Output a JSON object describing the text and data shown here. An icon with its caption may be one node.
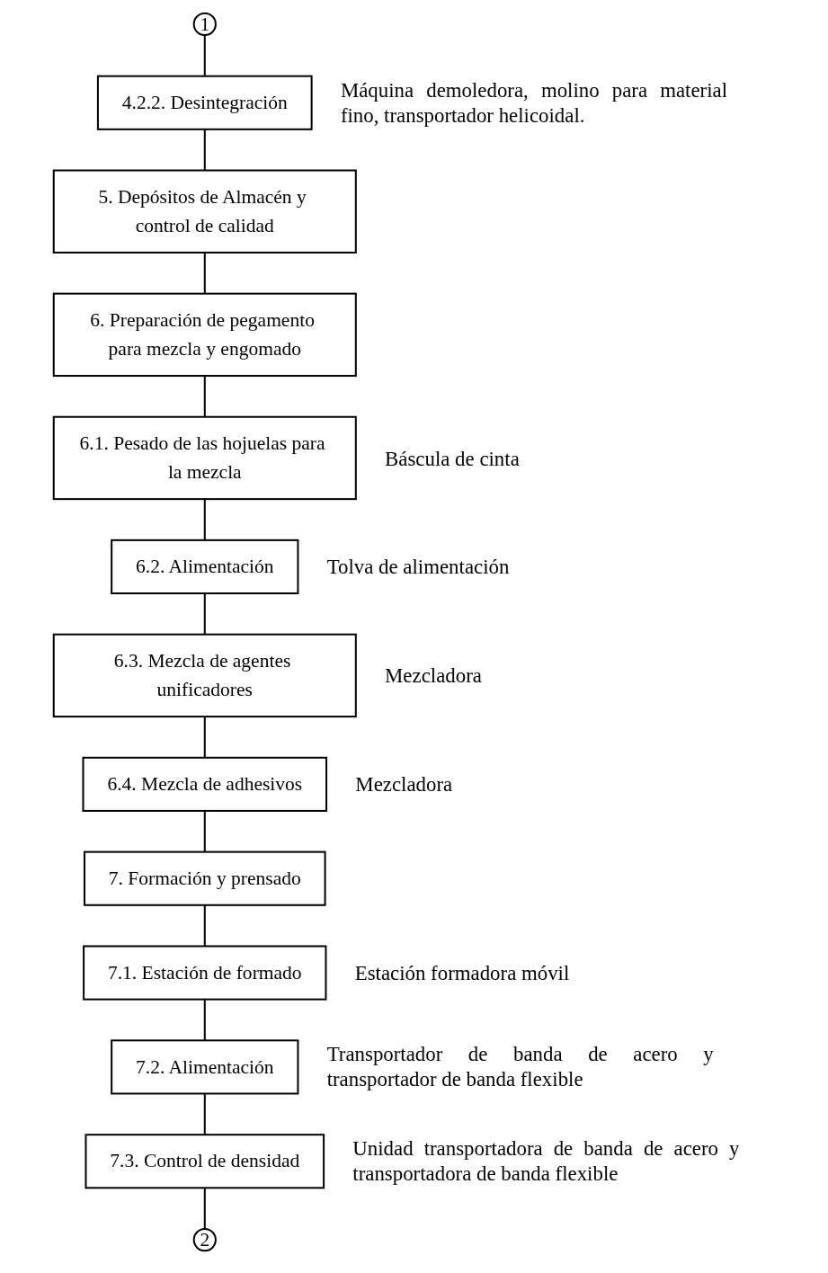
{
  "diagram": {
    "nodes": [
      {
        "text": [
          "1"
        ]
      },
      {
        "text": [
          "4.2.2. Desintegración"
        ],
        "beside": [
          "Máquina demoledora, molino para material fino, transportador helicoidal."
        ]
      },
      {
        "text": [
          "5. Depósitos de Almacén y control de calidad"
        ]
      },
      {
        "text": [
          "6. Preparación de pegamento para mezcla y engomado"
        ]
      },
      {
        "text": [
          "6.1. Pesado de las hojuelas para la mezcla"
        ],
        "beside": [
          "Báscula de cinta"
        ]
      },
      {
        "text": [
          "6.2. Alimentación"
        ],
        "beside": [
          "Tolva de alimentación"
        ]
      },
      {
        "text": [
          "6.3. Mezcla de agentes unificadores"
        ],
        "beside": [
          "Mezcladora"
        ]
      },
      {
        "text": [
          "6.4. Mezcla de adhesivos"
        ],
        "beside": [
          "Mezcladora"
        ]
      },
      {
        "text": [
          "7. Formación y prensado"
        ]
      },
      {
        "text": [
          "7.1. Estación de formado"
        ],
        "beside": [
          "Estación formadora móvil"
        ]
      },
      {
        "text": [
          "7.2. Alimentación"
        ],
        "beside": [
          "Transportador de banda de acero y transportador de banda flexible"
        ]
      },
      {
        "text": [
          "7.3. Control de densidad"
        ],
        "beside": [
          "Unidad transportadora de banda de acero y transportadora de banda flexible"
        ]
      },
      {
        "text": [
          "2"
        ]
      }
    ],
    "edges": [
      {
        "from": 0,
        "to": 1,
        "arrow": "none"
      },
      {
        "from": 1,
        "to": 2,
        "arrow": "none"
      },
      {
        "from": 2,
        "to": 3,
        "arrow": "none"
      },
      {
        "from": 3,
        "to": 4,
        "arrow": "none"
      },
      {
        "from": 4,
        "to": 5,
        "arrow": "none"
      },
      {
        "from": 5,
        "to": 6,
        "arrow": "none"
      },
      {
        "from": 6,
        "to": 7,
        "arrow": "none"
      },
      {
        "from": 7,
        "to": 8,
        "arrow": "none"
      },
      {
        "from": 8,
        "to": 9,
        "arrow": "none"
      },
      {
        "from": 9,
        "to": 10,
        "arrow": "none"
      },
      {
        "from": 10,
        "to": 11,
        "arrow": "none"
      },
      {
        "from": 11,
        "to": 12,
        "arrow": "none"
      }
    ]
  }
}
